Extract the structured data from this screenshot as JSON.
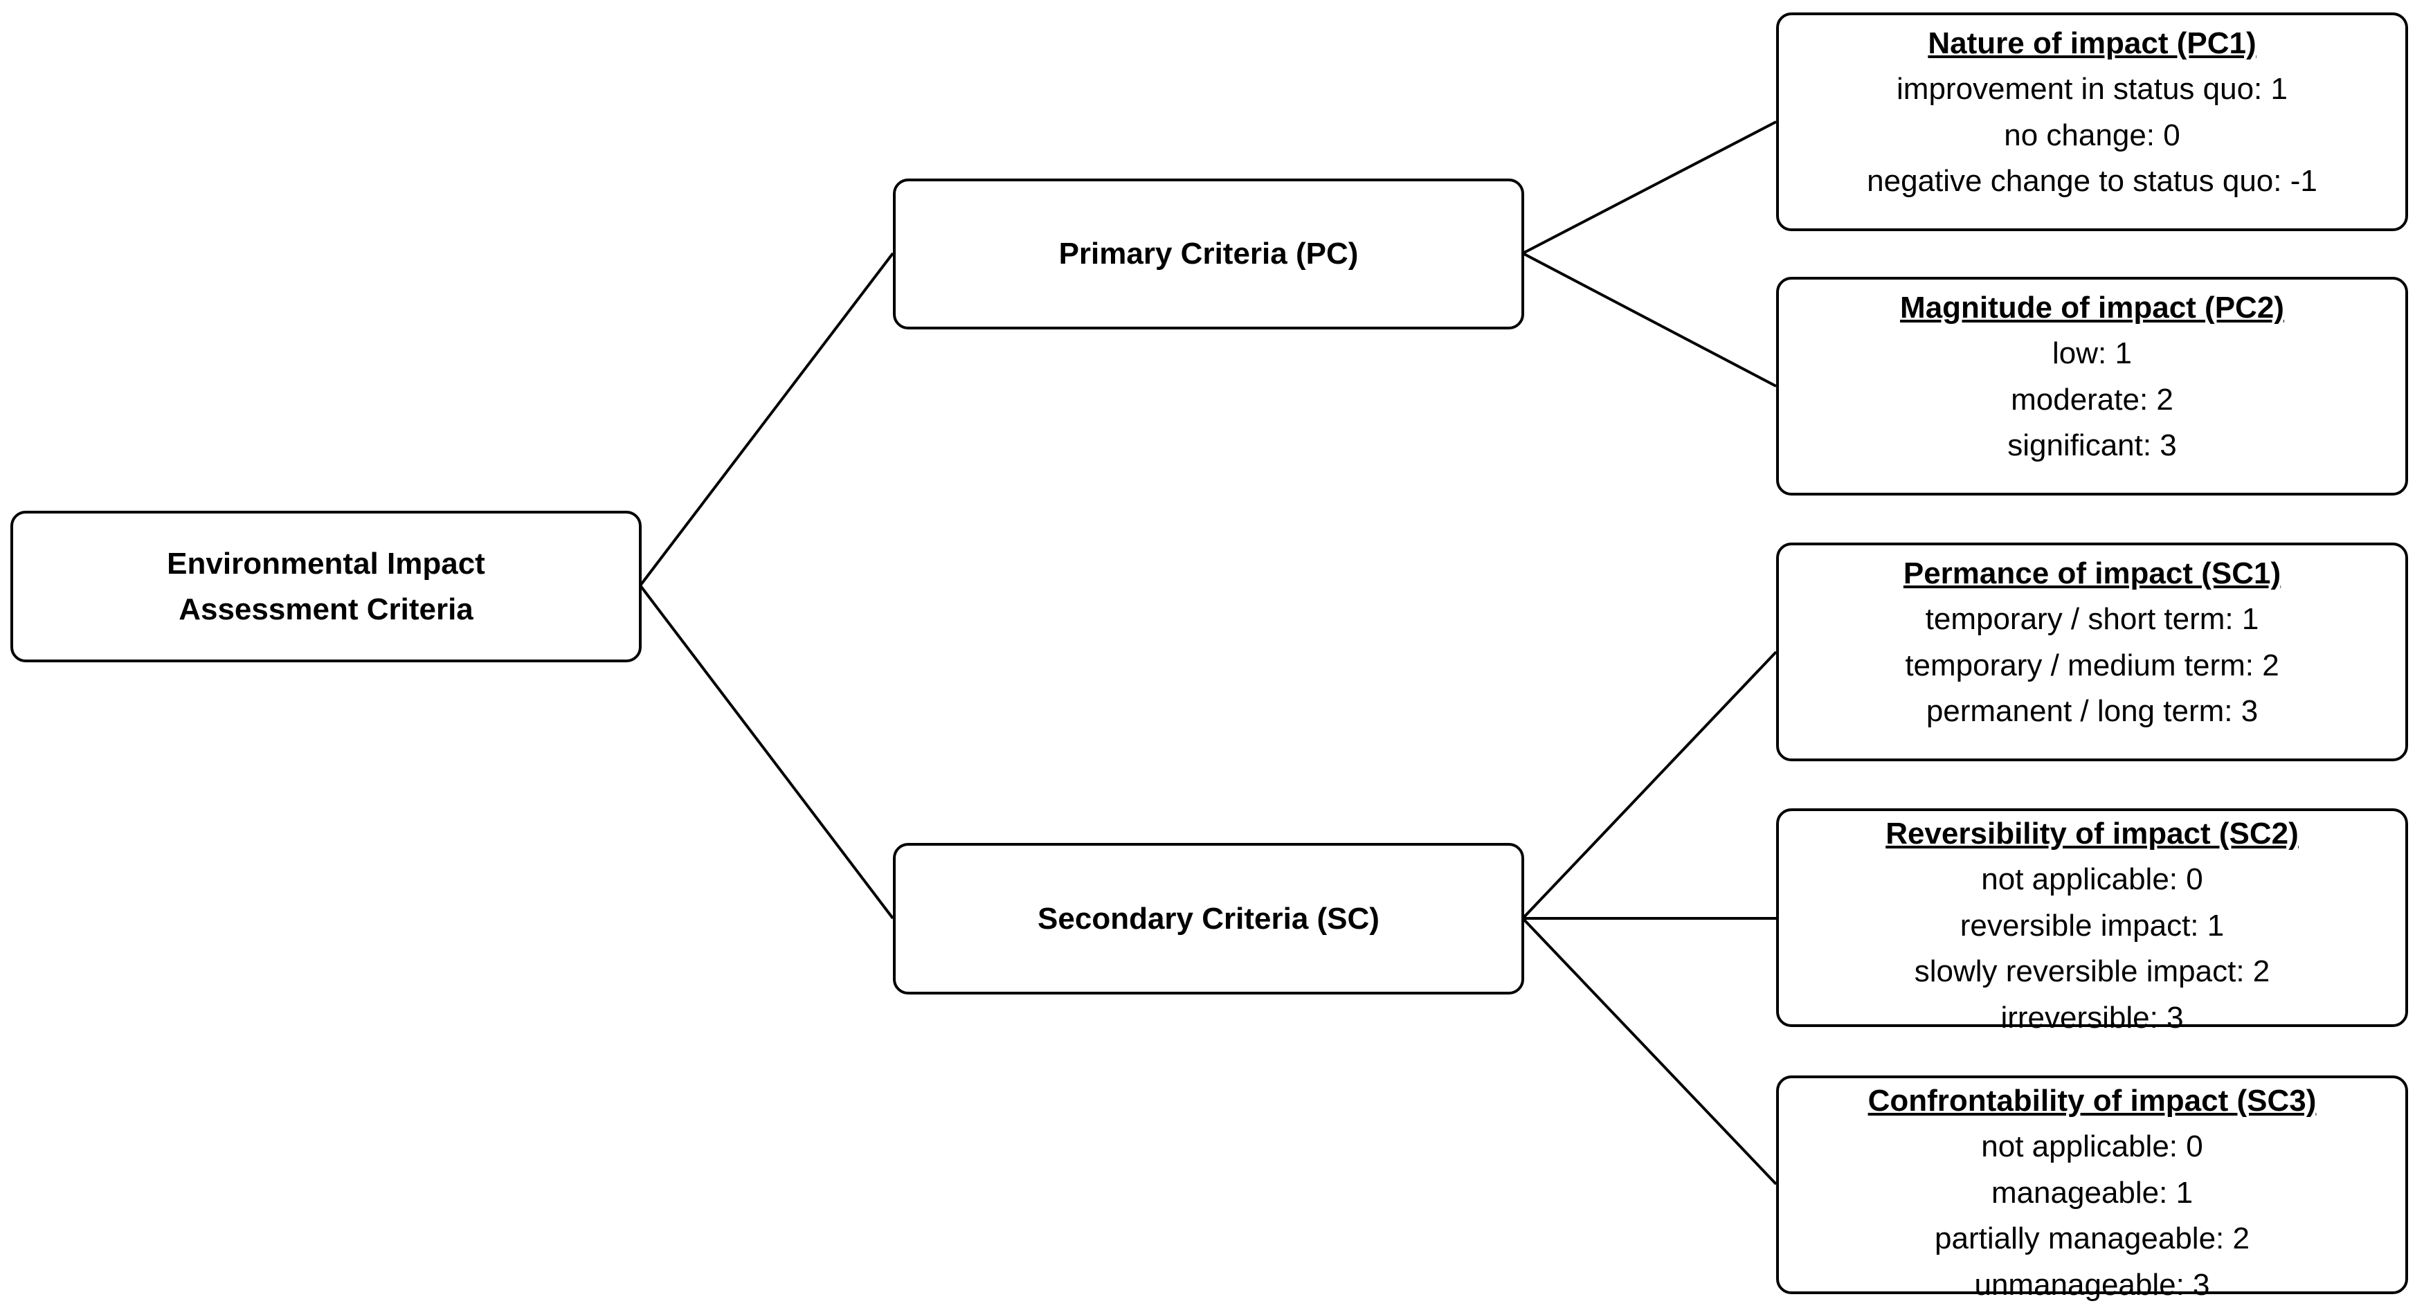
{
  "root": {
    "line1": "Environmental Impact",
    "line2": "Assessment Criteria"
  },
  "primary": {
    "label": "Primary Criteria (PC)",
    "children": [
      {
        "title": "Nature of impact (PC1)",
        "items": [
          "improvement  in status quo: 1",
          "no change: 0",
          "negative change to status quo: -1"
        ]
      },
      {
        "title": "Magnitude of impact (PC2)",
        "items": [
          "low:  1",
          "moderate:  2",
          "significant:  3"
        ]
      }
    ]
  },
  "secondary": {
    "label": "Secondary Criteria (SC)",
    "children": [
      {
        "title": "Permance of impact (SC1)",
        "items": [
          "temporary / short term:  1",
          "temporary / medium  term:  2",
          "permanent  / long term:  3"
        ]
      },
      {
        "title": "Reversibility of impact (SC2)",
        "items": [
          "not applicable:  0",
          "reversible impact:  1",
          "slowly  reversible impact:  2",
          "irreversible:  3"
        ]
      },
      {
        "title": "Confrontability of impact (SC3)",
        "items": [
          "not applicable:  0",
          "manageable:  1",
          "partially manageable:  2",
          "unmanageable:  3"
        ]
      }
    ]
  }
}
